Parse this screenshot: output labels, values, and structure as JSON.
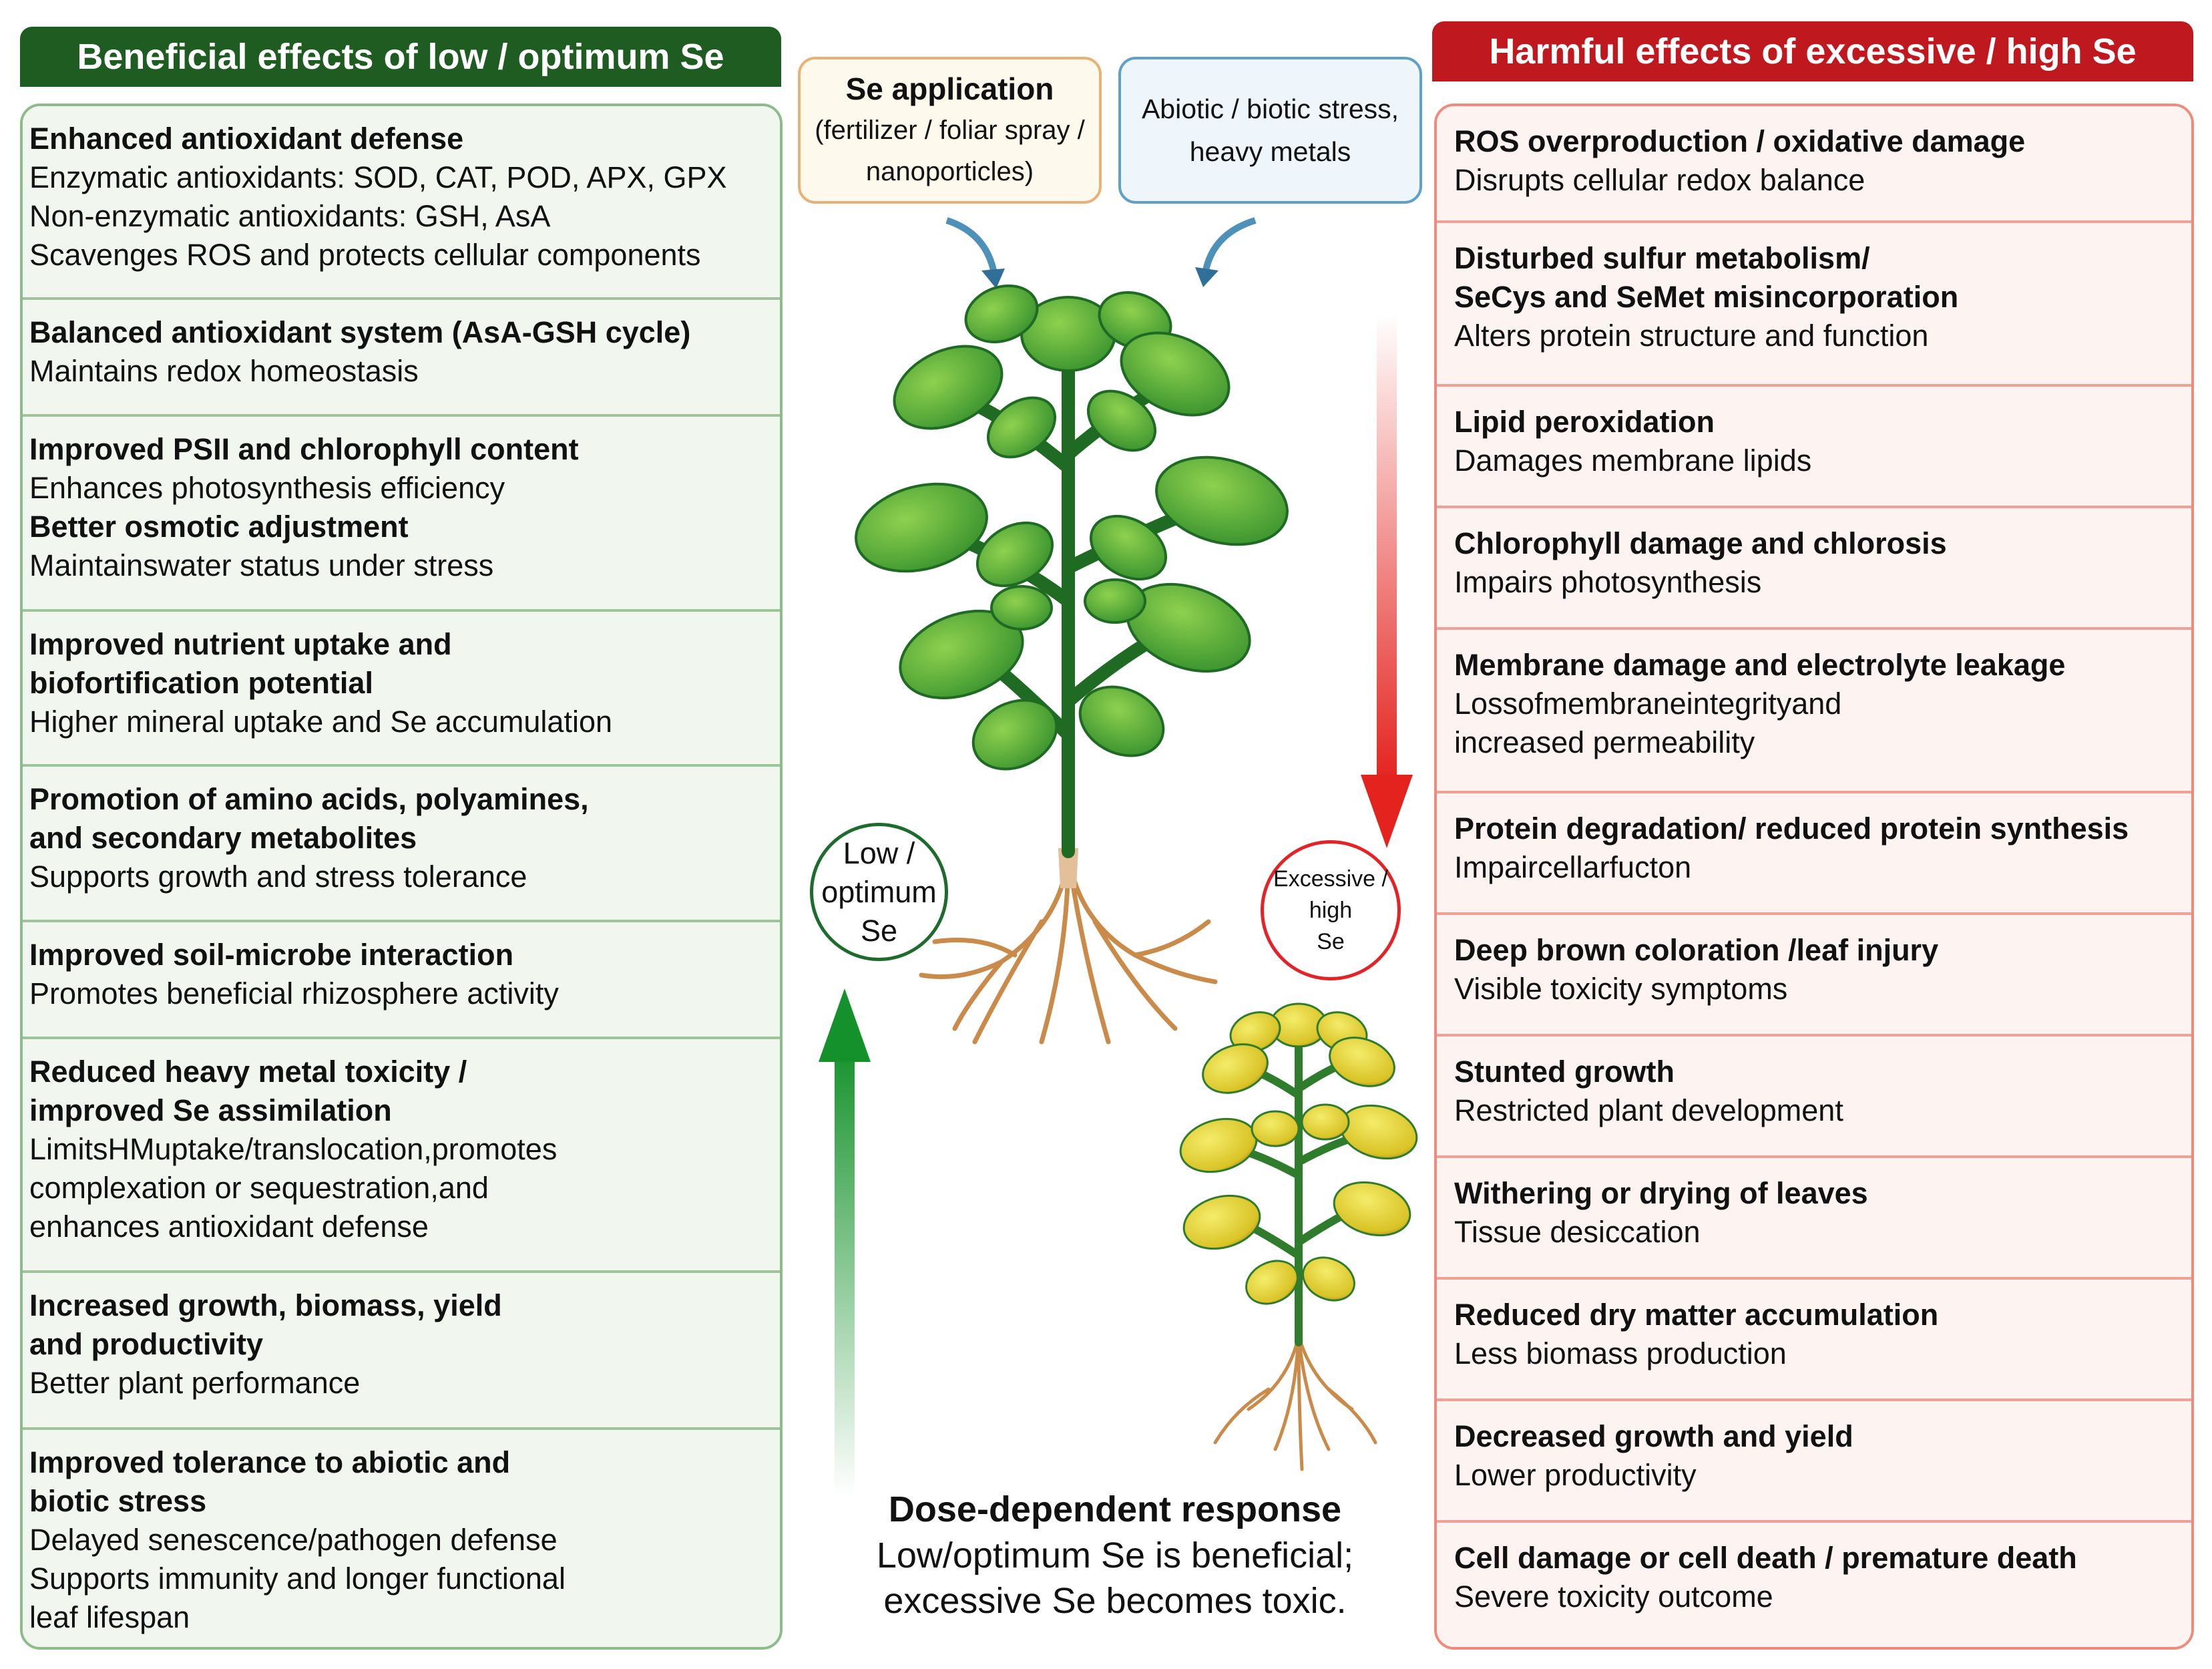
{
  "left_header": "Beneficial effects of low / optimum Se",
  "right_header": "Harmful effects of excessive / high Se",
  "se_application": {
    "title": "Se application",
    "body": "(fertilizer / foliar spray /\nnanoporticles)"
  },
  "stress_box": {
    "text": "Abiotic / biotic stress,\nheavy metals"
  },
  "low_circle": "Low /\noptimum\nSe",
  "high_circle": "Excessive /\nhigh\nSe",
  "dose": {
    "title": "Dose-dependent response",
    "body": "Low/optimum Se is beneficial;\nexcessive Se becomes toxic."
  },
  "beneficial": [
    {
      "title": "Enhanced antioxidant defense",
      "desc": "Enzymatic antioxidants: SOD, CAT, POD, APX, GPX\nNon-enzymatic antioxidants: GSH, AsA\nScavenges ROS and protects cellular components"
    },
    {
      "title": "Balanced antioxidant system (AsA-GSH cycle)",
      "desc": "Maintains redox homeostasis"
    },
    {
      "title": "Improved PSII and chlorophyll content",
      "desc": "Enhances photosynthesis efficiency",
      "title2": "Better osmotic adjustment",
      "desc2": "Maintainswater status under stress"
    },
    {
      "title": "Improved nutrient uptake and\nbiofortification potential",
      "desc": "Higher mineral uptake and Se accumulation"
    },
    {
      "title": "Promotion of amino acids, polyamines,\nand secondary metabolites",
      "desc": "Supports growth and stress tolerance"
    },
    {
      "title": "Improved soil-microbe interaction",
      "desc": "Promotes beneficial rhizosphere activity"
    },
    {
      "title": "Reduced heavy metal toxicity /\nimproved Se assimilation",
      "desc": "LimitsHMuptake/translocation,promotes\ncomplexation or sequestration,and\nenhances antioxidant defense"
    },
    {
      "title": "Increased growth, biomass, yield\nand productivity",
      "desc": "Better plant performance"
    },
    {
      "title": "Improved tolerance to abiotic and\nbiotic stress",
      "desc": "Delayed senescence/pathogen defense\nSupports immunity and longer functional\nleaf lifespan"
    }
  ],
  "harmful": [
    {
      "title": "ROS overproduction / oxidative damage",
      "desc": "Disrupts cellular redox balance"
    },
    {
      "title": "Disturbed sulfur metabolism/\nSeCys and SeMet misincorporation",
      "desc": "Alters protein structure and function"
    },
    {
      "title": "Lipid peroxidation",
      "desc": "Damages membrane lipids"
    },
    {
      "title": "Chlorophyll damage and chlorosis",
      "desc": "Impairs photosynthesis"
    },
    {
      "title": "Membrane damage and electrolyte leakage",
      "desc": "Lossofmembraneintegrityand\nincreased permeability"
    },
    {
      "title": "Protein degradation/ reduced protein synthesis",
      "desc": "Impaircellarfucton"
    },
    {
      "title": "Deep brown coloration /leaf injury",
      "desc": "Visible toxicity symptoms"
    },
    {
      "title": "Stunted growth",
      "desc": "Restricted plant development"
    },
    {
      "title": "Withering or drying of leaves",
      "desc": "Tissue desiccation"
    },
    {
      "title": "Reduced dry matter accumulation",
      "desc": "Less biomass production"
    },
    {
      "title": "Decreased growth and yield",
      "desc": "Lower productivity"
    },
    {
      "title": "Cell damage or cell death / premature death",
      "desc": "Severe toxicity outcome"
    }
  ],
  "colors": {
    "green_dark": "#1f5c22",
    "red_dark": "#c0181f",
    "green_arrow": "#1a9a2b",
    "red_arrow": "#e42327"
  },
  "icons": [
    "healthy-plant-icon",
    "stressed-plant-icon",
    "curved-arrow-icon",
    "up-arrow-icon",
    "down-arrow-icon"
  ]
}
